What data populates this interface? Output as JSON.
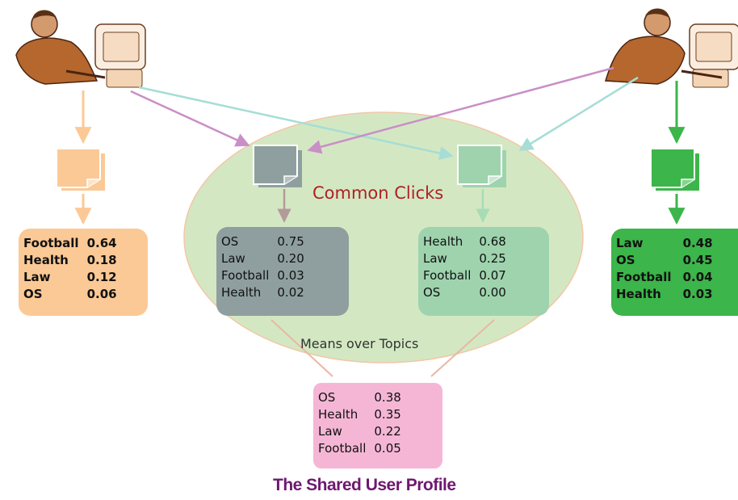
{
  "labels": {
    "common_clicks": "Common Clicks",
    "means_over_topics": "Means over Topics",
    "shared_profile": "The Shared User Profile"
  },
  "profiles": [
    {
      "id": "user-a-profile",
      "rows": [
        {
          "topic": "Football",
          "value": "0.64"
        },
        {
          "topic": "Health",
          "value": "0.18"
        },
        {
          "topic": "Law",
          "value": "0.12"
        },
        {
          "topic": "OS",
          "value": "0.06"
        }
      ]
    },
    {
      "id": "common-left-profile",
      "rows": [
        {
          "topic": "OS",
          "value": "0.75"
        },
        {
          "topic": "Law",
          "value": "0.20"
        },
        {
          "topic": "Football",
          "value": "0.03"
        },
        {
          "topic": "Health",
          "value": "0.02"
        }
      ]
    },
    {
      "id": "common-right-profile",
      "rows": [
        {
          "topic": "Health",
          "value": "0.68"
        },
        {
          "topic": "Law",
          "value": "0.25"
        },
        {
          "topic": "Football",
          "value": "0.07"
        },
        {
          "topic": "OS",
          "value": "0.00"
        }
      ]
    },
    {
      "id": "user-b-profile",
      "rows": [
        {
          "topic": "Law",
          "value": "0.48"
        },
        {
          "topic": "OS",
          "value": "0.45"
        },
        {
          "topic": "Football",
          "value": "0.04"
        },
        {
          "topic": "Health",
          "value": "0.03"
        }
      ]
    },
    {
      "id": "shared-profile",
      "rows": [
        {
          "topic": "OS",
          "value": "0.38"
        },
        {
          "topic": "Health",
          "value": "0.35"
        },
        {
          "topic": "Law",
          "value": "0.22"
        },
        {
          "topic": "Football",
          "value": "0.05"
        }
      ]
    }
  ],
  "colors": {
    "user_a": "#fbc996",
    "common_left": "#8f9fa0",
    "common_right": "#9ed3ad",
    "user_b": "#3cb54a",
    "shared": "#f5b6d6",
    "ellipse": "#d3e8c2",
    "common_clicks_text": "#b01f24",
    "title_text": "#6e1870",
    "arrow_purple": "#c98fc7",
    "arrow_teal": "#a6ddd6"
  },
  "icons": [
    "user-at-computer-icon",
    "document-icon"
  ]
}
